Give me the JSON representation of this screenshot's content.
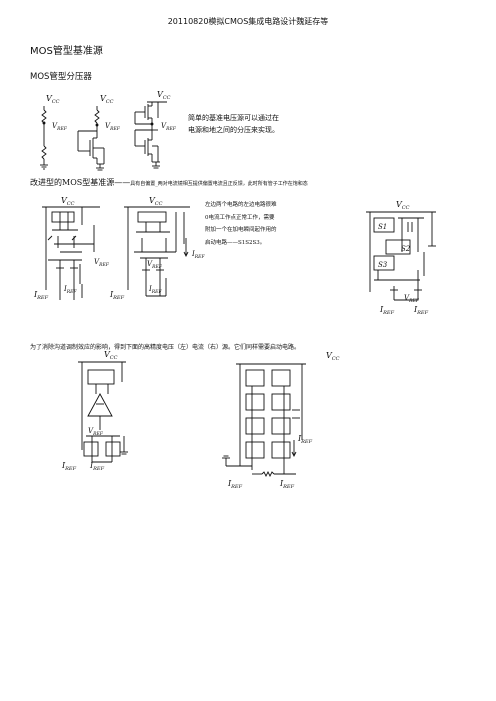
{
  "header": {
    "title": "20110820模拟CMOS集成电路设计魏延存等"
  },
  "section": {
    "title": "MOS管型基准源"
  },
  "subsection": {
    "title": "MOS管型分压器"
  },
  "divider": {
    "description_line1": "简单的基准电压源可以通过在",
    "description_line2": "电源和地之间的分压来实现。"
  },
  "improved": {
    "title": "改进型的MOS型基准源——",
    "subtitle": "具有自偏置_两对电流镜相互提供偏置电流且正反馈，此时所有管子工作在饱和态",
    "note_line1": "左边两个电路的左边电路很难",
    "note_line2": "0电流工作点正常工作，需要",
    "note_line3": "附加一个在加电瞬间起作用的",
    "note_line4": "启动电路——S1S2S3。"
  },
  "channel": {
    "description": "为了消除沟道调制效应的影响，得到下面的高精度电压（左）电流（右）源。它们同样需要启动电路。"
  },
  "labels": {
    "vcc": "V",
    "vcc_sub": "CC",
    "vref": "V",
    "vref_sub": "REF",
    "iref": "I",
    "iref_sub": "REF",
    "s1": "S1",
    "s2": "S2",
    "s3": "S3"
  }
}
